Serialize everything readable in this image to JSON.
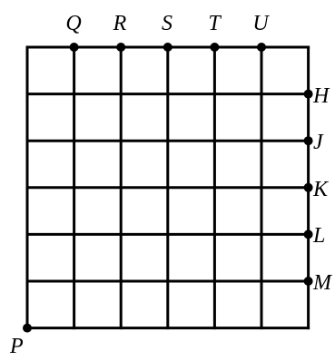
{
  "diagram": {
    "grid": {
      "rows": 6,
      "cols": 6
    },
    "top_labels": [
      "Q",
      "R",
      "S",
      "T",
      "U"
    ],
    "right_labels": [
      "H",
      "J",
      "K",
      "L",
      "M"
    ],
    "corner_label": "P",
    "colors": {
      "line": "#000000",
      "point": "#000000",
      "background": "#ffffff"
    }
  }
}
